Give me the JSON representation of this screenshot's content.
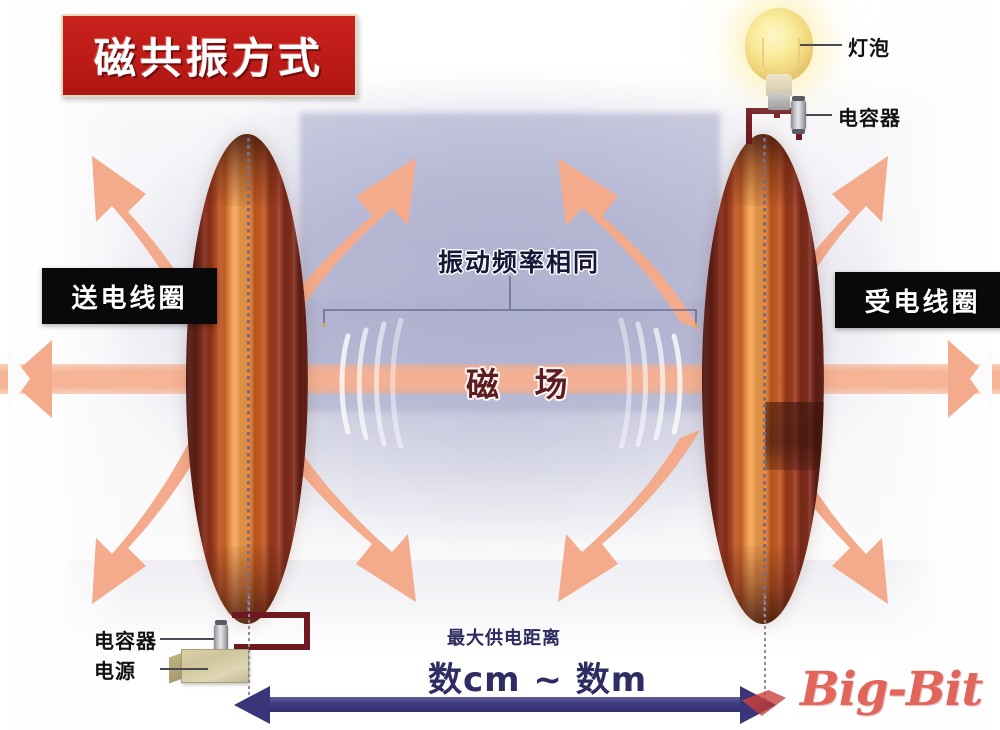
{
  "title_banner": {
    "text": "磁共振方式"
  },
  "labels": {
    "transmit_coil": "送电线圈",
    "receive_coil": "受电线圈",
    "same_frequency": "振动频率相同",
    "magnetic_field": "磁 场",
    "bulb": "灯泡",
    "capacitor_top": "电容器",
    "capacitor_bottom": "电容器",
    "power_source": "电源"
  },
  "distance": {
    "caption": "最大供电距离",
    "value": "数cm ~ 数m"
  },
  "watermark": {
    "text": "Big-Bit"
  },
  "colors": {
    "banner_red": "#bf1b18",
    "label_black": "#090909",
    "coil_copper": "#e4792c",
    "coil_dark": "#7d2a20",
    "arrow_salmon": "#f4ab8b",
    "field_band": "#f6b090",
    "measure_purple": "#3a3578",
    "magnetic_text": "#5d1b22",
    "distance_text": "#2f2c63",
    "watermark_red": "#e2655c",
    "bulb_yellow": "#f6e189",
    "wire_dark_red": "#6e1822"
  }
}
